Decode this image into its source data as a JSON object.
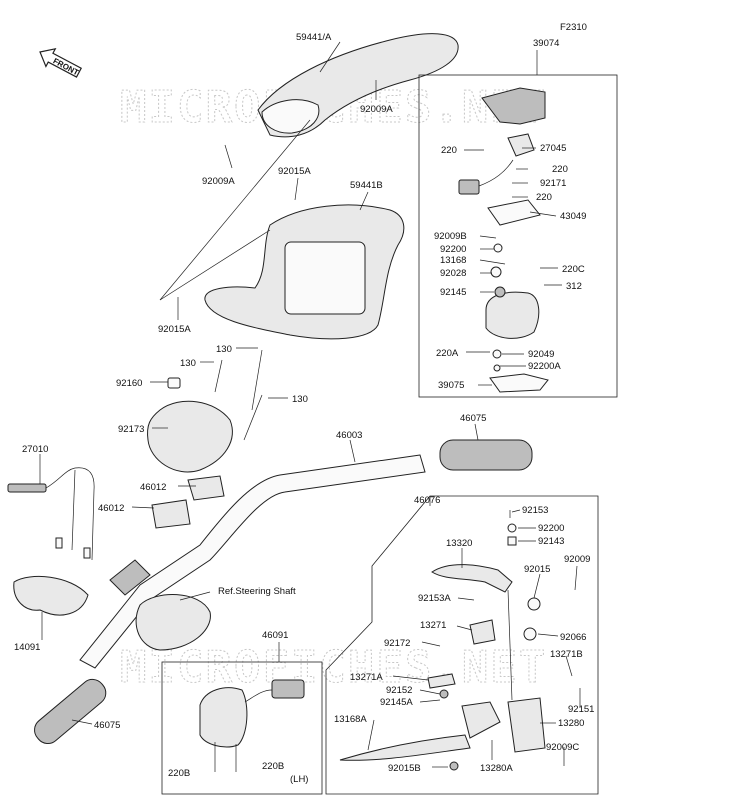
{
  "figure_code": "F2310",
  "front_label": "FRONT",
  "watermark": "MICROFICHES.NET",
  "ref_note": "Ref.Steering Shaft",
  "lh_note": "(LH)",
  "callouts": {
    "c59441A": "59441/A",
    "c92009A_top": "92009A",
    "c92009A_left": "92009A",
    "c92015A_top": "92015A",
    "c59441B": "59441B",
    "c92015A_bot": "92015A",
    "c39074": "39074",
    "c220_a": "220",
    "c27045": "27045",
    "c220_b": "220",
    "c92171": "92171",
    "c220_c": "220",
    "c43049": "43049",
    "c92009B": "92009B",
    "c92200_a": "92200",
    "c13168": "13168",
    "c220C": "220C",
    "c92028": "92028",
    "c312": "312",
    "c92145": "92145",
    "c220A": "220A",
    "c92049": "92049",
    "c92200A": "92200A",
    "c39075": "39075",
    "c130_a": "130",
    "c130_b": "130",
    "c130_c": "130",
    "c92160": "92160",
    "c92173": "92173",
    "c46003": "46003",
    "c46075_top": "46075",
    "c27010": "27010",
    "c46012_a": "46012",
    "c46012_b": "46012",
    "c14091": "14091",
    "c46091": "46091",
    "c46075_bot": "46075",
    "c220B_a": "220B",
    "c220B_b": "220B",
    "c46076": "46076",
    "c92153": "92153",
    "c92200_b": "92200",
    "c92143": "92143",
    "c13320": "13320",
    "c92009": "92009",
    "c92015": "92015",
    "c92153A": "92153A",
    "c13271": "13271",
    "c92066": "92066",
    "c92172": "92172",
    "c13271B": "13271B",
    "c13271A": "13271A",
    "c92152": "92152",
    "c92151": "92151",
    "c92145A": "92145A",
    "c13168A": "13168A",
    "c13280": "13280",
    "c92009C": "92009C",
    "c92015B": "92015B",
    "c13280A": "13280A"
  }
}
